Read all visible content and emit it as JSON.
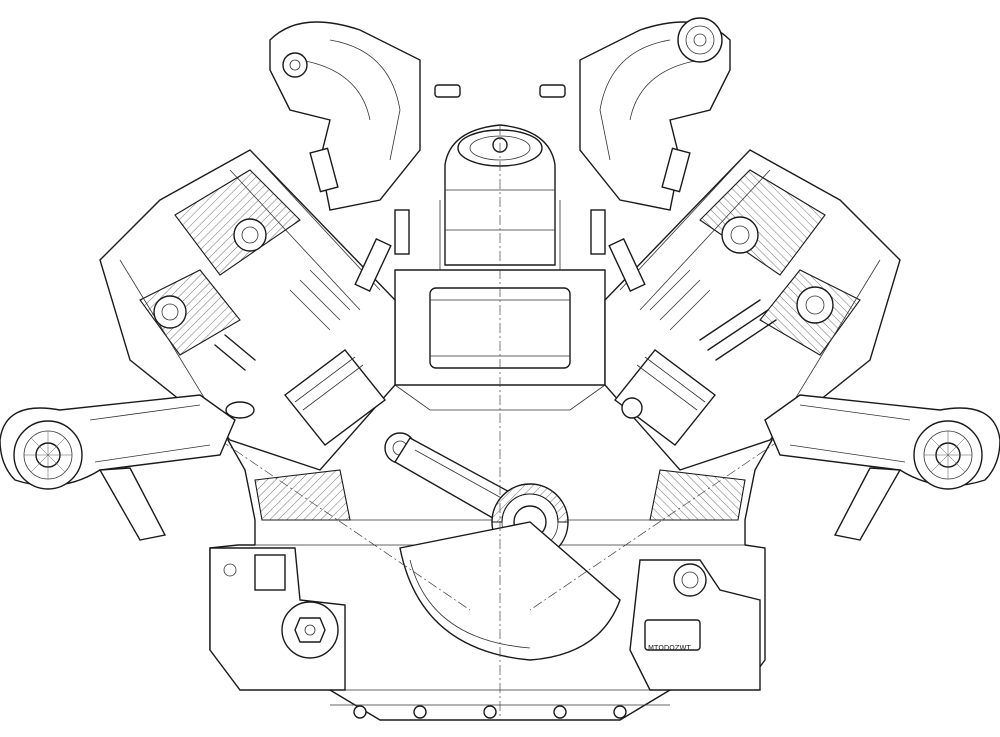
{
  "image": {
    "subject": "engine-cross-section",
    "style": "black-and-white line art",
    "colors": {
      "background": "#ffffff",
      "line": "#1a1a1a",
      "hatch": "#555555"
    }
  },
  "labels": {
    "cover_stamp": "MTODOZWT"
  }
}
